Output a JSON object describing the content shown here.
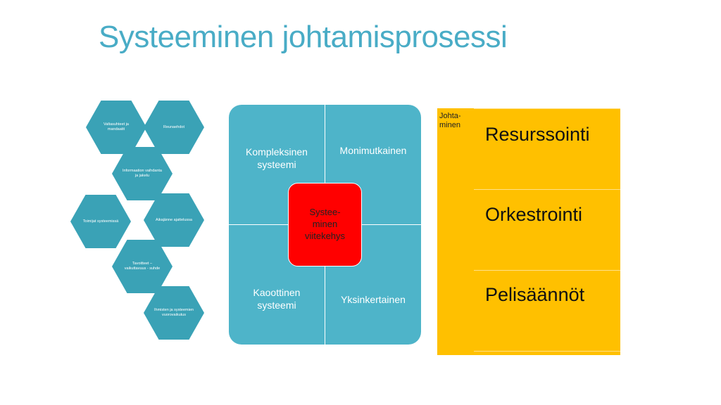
{
  "title": "Systeeminen johtamisprosessi",
  "hexagons": [
    {
      "label": "Valtasuhteet ja mandaatit"
    },
    {
      "label": "Reunaehdot"
    },
    {
      "label": "Informaation vaihdanta ja jakelu"
    },
    {
      "label": "Toimijat systeemissä"
    },
    {
      "label": "Aikajänne ajattelussa"
    },
    {
      "label": "Tavoitteet – vaikuttavuus - suhde"
    },
    {
      "label": "Ihmisten ja systeemien vuorovaikutus"
    }
  ],
  "matrix": {
    "top_left": "Kompleksinen systeemi",
    "top_right": "Monimutkainen",
    "bottom_left": "Kaoottinen systeemi",
    "bottom_right": "Yksinkertainen",
    "center": "Systee-\nminen\nviitekehys"
  },
  "table": {
    "side_label": "Johta-\nminen",
    "rows": [
      {
        "label": "Resurssointi"
      },
      {
        "label": "Orkestrointi"
      },
      {
        "label": "Pelisäännöt"
      }
    ]
  },
  "colors": {
    "title": "#49acc6",
    "hexagon": "#3aa2b6",
    "matrix": "#4eb4c9",
    "center": "#ff0000",
    "table": "#ffc000"
  }
}
